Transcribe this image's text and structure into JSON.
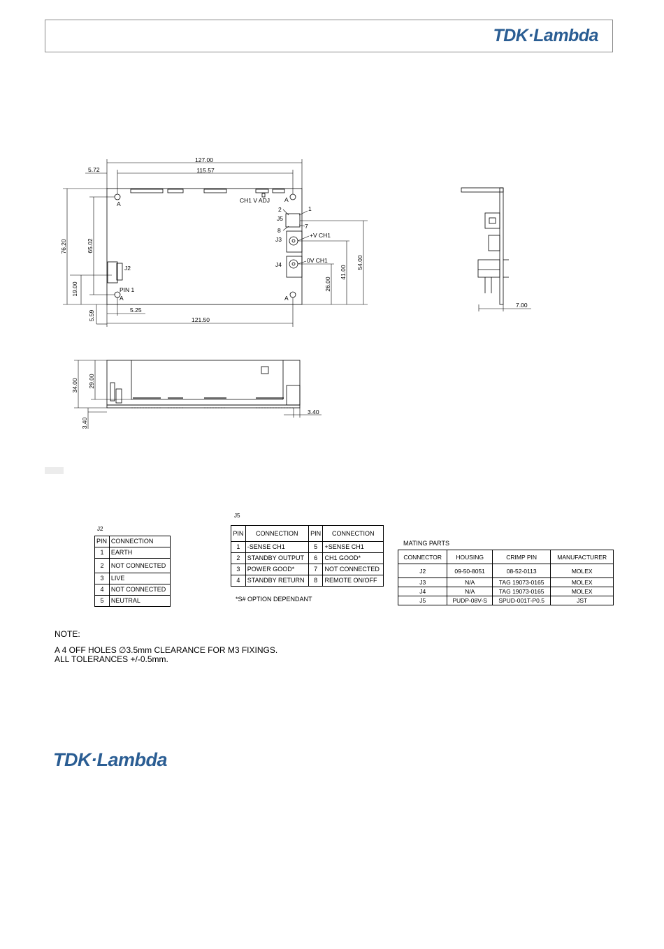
{
  "header": {
    "logo": "TDK·Lambda"
  },
  "footer": {
    "logo": "TDK·Lambda"
  },
  "drawing_top": {
    "dims": {
      "overall_width": "127.00",
      "hole_pitch_x": "115.57",
      "offset_left": "5.72",
      "overall_height": "76.20",
      "hole_pitch_y": "65.02",
      "j2_offset": "19.00",
      "bottom_offset": "5.59",
      "pin1_offset": "5.25",
      "j4_x": "121.50",
      "j5_height": "54.00",
      "j3_height": "41.00",
      "j4_height": "26.00"
    },
    "labels": {
      "hole_a": "A",
      "ch1_adj": "CH1 V ADJ",
      "j5": "J5",
      "j5_pin2": "2",
      "j5_pin1": "1",
      "j5_pin8": "8",
      "j5_pin7": "7",
      "j3": "J3",
      "j3_sig": "+V CH1",
      "j4": "J4",
      "j4_sig": "0V CH1",
      "j2": "J2",
      "pin1": "PIN 1"
    }
  },
  "drawing_side": {
    "depth": "7.00"
  },
  "drawing_front": {
    "height": "34.00",
    "inner_height": "29.00",
    "standoff": "3.40",
    "connector_offset": "3.40"
  },
  "j2_table": {
    "title": "J2",
    "headers": [
      "PIN",
      "CONNECTION"
    ],
    "rows": [
      [
        "1",
        "EARTH"
      ],
      [
        "2",
        "NOT CONNECTED"
      ],
      [
        "3",
        "LIVE"
      ],
      [
        "4",
        "NOT CONNECTED"
      ],
      [
        "5",
        "NEUTRAL"
      ]
    ]
  },
  "j5_table": {
    "title": "J5",
    "headers": [
      "PIN",
      "CONNECTION",
      "PIN",
      "CONNECTION"
    ],
    "rows": [
      [
        "1",
        "-SENSE CH1",
        "5",
        "+SENSE CH1"
      ],
      [
        "2",
        "STANDBY OUTPUT",
        "6",
        "CH1 GOOD*"
      ],
      [
        "3",
        "POWER GOOD*",
        "7",
        "NOT CONNECTED"
      ],
      [
        "4",
        "STANDBY RETURN",
        "8",
        "REMOTE ON/OFF"
      ]
    ],
    "footnote": "*S# OPTION DEPENDANT"
  },
  "mating_parts": {
    "title": "MATING PARTS",
    "headers": [
      "CONNECTOR",
      "HOUSING",
      "CRIMP PIN",
      "MANUFACTURER"
    ],
    "rows": [
      [
        "J2",
        "09-50-8051",
        "08-52-0113",
        "MOLEX"
      ],
      [
        "J3",
        "N/A",
        "TAG 19073-0165",
        "MOLEX"
      ],
      [
        "J4",
        "N/A",
        "TAG 19073-0165",
        "MOLEX"
      ],
      [
        "J5",
        "PUDP-08V-S",
        "SPUD-001T-P0.5",
        "JST"
      ]
    ]
  },
  "notes": {
    "title": "NOTE:",
    "line1": "A 4 OFF HOLES ∅3.5mm CLEARANCE FOR M3 FIXINGS.",
    "line2": "ALL TOLERANCES +/-0.5mm."
  }
}
